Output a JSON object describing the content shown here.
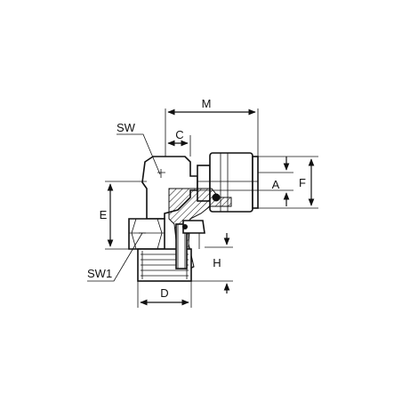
{
  "labels": {
    "M": "M",
    "C": "C",
    "SW": "SW",
    "A": "A",
    "F": "F",
    "E": "E",
    "H": "H",
    "SW1": "SW1",
    "D": "D"
  }
}
